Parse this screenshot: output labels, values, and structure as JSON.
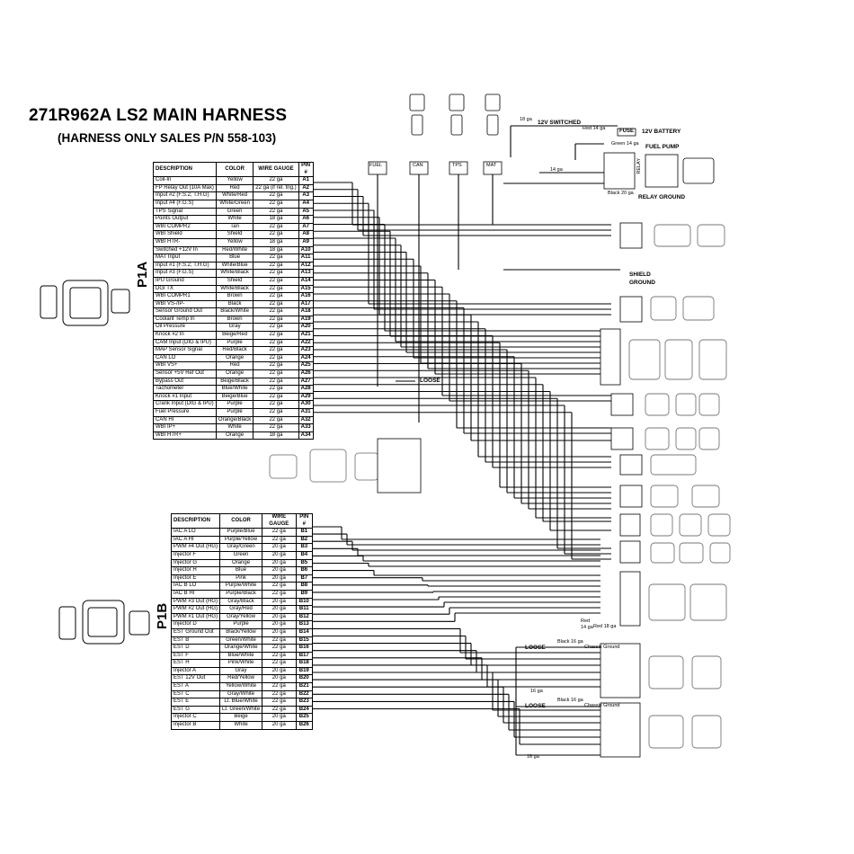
{
  "title": "271R962A LS2 MAIN HARNESS",
  "subtitle": "(HARNESS ONLY SALES P/N 558-103)",
  "p1a": {
    "label": "P1A",
    "headers": [
      "DESCRIPTION",
      "COLOR",
      "WIRE GAUGE",
      "PIN #"
    ],
    "rows": [
      [
        "Coil-In",
        "Yellow",
        "22 ga",
        "A1"
      ],
      [
        "FP Relay Out (10A Max)",
        "Red",
        "22 ga (if rel. trig.)",
        "A2"
      ],
      [
        "Input #2 (F.S.2, T.H.G)",
        "White/Red",
        "22 ga",
        "A3"
      ],
      [
        "Input #4 (F.G.S)",
        "White/Green",
        "22 ga",
        "A4"
      ],
      [
        "TPS Signal",
        "Green",
        "22 ga",
        "A5"
      ],
      [
        "Points Output",
        "White",
        "18 ga",
        "A6"
      ],
      [
        "WBI COMPR2",
        "Tan",
        "22 ga",
        "A7"
      ],
      [
        "WBI Shield",
        "Shield",
        "22 ga",
        "A8"
      ],
      [
        "WBI HTR-",
        "Yellow",
        "18 ga",
        "A9"
      ],
      [
        "Switched +12V In",
        "Red/White",
        "18 ga",
        "A10"
      ],
      [
        "MAT Input",
        "Blue",
        "22 ga",
        "A11"
      ],
      [
        "Input #1 (F.S.2, T.H.G)",
        "White/Blue",
        "22 ga",
        "A12"
      ],
      [
        "Input #3 (F.G.S)",
        "White/Black",
        "22 ga",
        "A13"
      ],
      [
        "IPU Ground",
        "Shield",
        "22 ga",
        "A14"
      ],
      [
        "DGI TX",
        "White/Black",
        "22 ga",
        "A15"
      ],
      [
        "WBI COMPR1",
        "Brown",
        "22 ga",
        "A16"
      ],
      [
        "WBI VS-/IP-",
        "Black",
        "22 ga",
        "A17"
      ],
      [
        "Sensor Ground Out",
        "Black/White",
        "22 ga",
        "A18"
      ],
      [
        "Coolant Temp In",
        "Brown",
        "22 ga",
        "A19"
      ],
      [
        "Oil Pressure",
        "Gray",
        "22 ga",
        "A20"
      ],
      [
        "Knock #2 In",
        "Beige/Red",
        "22 ga",
        "A21"
      ],
      [
        "CAM Input (DIG & IPU)",
        "Purple",
        "22 ga",
        "A22"
      ],
      [
        "MAP Sensor Signal",
        "Red/Black",
        "22 ga",
        "A23"
      ],
      [
        "CAN LO",
        "Orange",
        "22 ga",
        "A24"
      ],
      [
        "WBI VS+",
        "Red",
        "22 ga",
        "A25"
      ],
      [
        "Sensor +5V Ref Out",
        "Orange",
        "22 ga",
        "A26"
      ],
      [
        "Bypass Out",
        "Beige/Black",
        "22 ga",
        "A27"
      ],
      [
        "Tachometer",
        "Blue/White",
        "22 ga",
        "A28"
      ],
      [
        "Knock #1 Input",
        "Beige/Blue",
        "22 ga",
        "A29"
      ],
      [
        "Crank Input (DIG & IPU)",
        "Purple",
        "22 ga",
        "A30"
      ],
      [
        "Fuel Pressure",
        "Purple",
        "22 ga",
        "A31"
      ],
      [
        "CAN HI",
        "Orange/Black",
        "22 ga",
        "A32"
      ],
      [
        "WBI IP+",
        "White",
        "22 ga",
        "A33"
      ],
      [
        "WBI HTR+",
        "Orange",
        "18 ga",
        "A34"
      ]
    ]
  },
  "p1b": {
    "label": "P1B",
    "headers": [
      "DESCRIPTION",
      "COLOR",
      "WIRE GAUGE",
      "PIN #"
    ],
    "rows": [
      [
        "IAC A LO",
        "Purple/Blue",
        "22 ga",
        "B1"
      ],
      [
        "IAC A HI",
        "Purple/Yellow",
        "22 ga",
        "B2"
      ],
      [
        "PWM #4 Out (HG)",
        "Gray/Green",
        "20 ga",
        "B3"
      ],
      [
        "Injector F",
        "Green",
        "20 ga",
        "B4"
      ],
      [
        "Injector G",
        "Orange",
        "20 ga",
        "B5"
      ],
      [
        "Injector H",
        "Blue",
        "20 ga",
        "B6"
      ],
      [
        "Injector E",
        "Pink",
        "20 ga",
        "B7"
      ],
      [
        "IAC B LO",
        "Purple/White",
        "22 ga",
        "B8"
      ],
      [
        "IAC B HI",
        "Purple/Black",
        "22 ga",
        "B9"
      ],
      [
        "PWM #3 Out (HG)",
        "Gray/Black",
        "20 ga",
        "B10"
      ],
      [
        "PWM #2 Out (HG)",
        "Gray/Red",
        "20 ga",
        "B11"
      ],
      [
        "PWM #1 Out (HG)",
        "Gray/Yellow",
        "20 ga",
        "B12"
      ],
      [
        "Injector D",
        "Purple",
        "20 ga",
        "B13"
      ],
      [
        "EST Ground Out",
        "Black/Yellow",
        "20 ga",
        "B14"
      ],
      [
        "EST B",
        "Green/White",
        "22 ga",
        "B15"
      ],
      [
        "EST D",
        "Orange/White",
        "22 ga",
        "B16"
      ],
      [
        "EST F",
        "Blue/White",
        "22 ga",
        "B17"
      ],
      [
        "EST H",
        "Pink/White",
        "22 ga",
        "B18"
      ],
      [
        "Injector A",
        "Gray",
        "20 ga",
        "B19"
      ],
      [
        "EST 12V Out",
        "Red/Yellow",
        "20 ga",
        "B20"
      ],
      [
        "EST A",
        "Yellow/White",
        "22 ga",
        "B21"
      ],
      [
        "EST C",
        "Gray/White",
        "22 ga",
        "B22"
      ],
      [
        "EST E",
        "Lt. Blue/White",
        "22 ga",
        "B23"
      ],
      [
        "EST G",
        "Lt. Green/White",
        "22 ga",
        "B24"
      ],
      [
        "Injector C",
        "Beige",
        "20 ga",
        "B25"
      ],
      [
        "Injector B",
        "White",
        "20 ga",
        "B26"
      ]
    ]
  },
  "labels": {
    "switched": "12V SWITCHED",
    "battery": "12V BATTERY",
    "fuel_pump": "FUEL PUMP",
    "relay_ground": "RELAY GROUND",
    "shield_ground_1": "SHIELD",
    "shield_ground_2": "GROUND",
    "loose_1": "LOOSE",
    "loose_2": "LOOSE",
    "loose_3": "LOOSE",
    "fuse": "FUSE",
    "red14": "Red 14 ga",
    "green14": "Green 14 ga",
    "black20": "Black 20 ga",
    "ga18_top": "18 ga",
    "ga14_mid": "14 ga",
    "black16_a": "Black 16 ga",
    "black16_b": "Black 16 ga",
    "chassis_ground_a": "Chassis Ground",
    "chassis_ground_b": "Chassis Ground",
    "red14b": "Red",
    "red14c": "14 ga",
    "red18": "Red 18 ga",
    "ga16_a": "16 ga",
    "ga16_b": "16 ga",
    "relay": "RELAY",
    "fuel_conn": "FUEL",
    "can_conn": "CAN",
    "tps_conn": "TPS",
    "mat_conn": "MAT"
  }
}
